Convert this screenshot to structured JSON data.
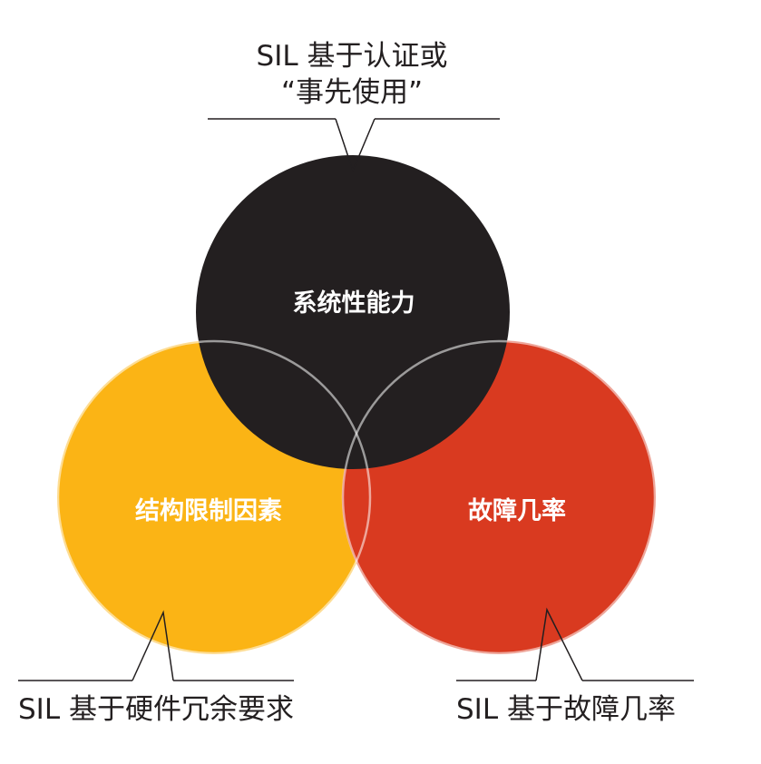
{
  "callouts": {
    "top_line1": "SIL 基于认证或",
    "top_line2": "“事先使用”",
    "left": "SIL 基于硬件冗余要求",
    "right": "SIL 基于故障几率"
  },
  "circles": {
    "top": {
      "label": "系统性能力",
      "color": "#231f20"
    },
    "left": {
      "label": "结构限制因素",
      "color": "#fbb415"
    },
    "right": {
      "label": "故障几率",
      "color": "#d93a20"
    }
  },
  "colors": {
    "overlap_stroke": "#ffffff",
    "line": "#231f20",
    "background": "#ffffff"
  }
}
